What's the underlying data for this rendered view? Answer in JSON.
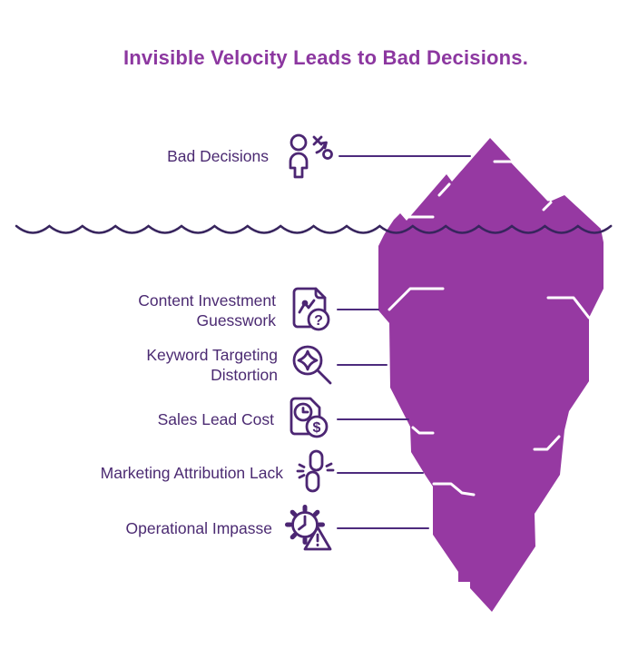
{
  "title": "Invisible Velocity Leads to Bad Decisions.",
  "colors": {
    "background": "#ffffff",
    "iceberg_fill": "#9639a2",
    "title_text": "#8c37a0",
    "label_text": "#4b2a72",
    "icon_stroke": "#4c2673",
    "waterline": "#38255e",
    "leader_line": "#4d2b7d",
    "iceberg_accent": "#ffffff"
  },
  "items": [
    {
      "id": "bad-decisions",
      "icon": "person-decision-icon",
      "lines": [
        "Bad Decisions"
      ]
    },
    {
      "id": "content-investment-guesswork",
      "icon": "document-chart-question-icon",
      "lines": [
        "Content Investment",
        "Guesswork"
      ]
    },
    {
      "id": "keyword-targeting-distortion",
      "icon": "magnifier-sparkle-icon",
      "lines": [
        "Keyword Targeting",
        "Distortion"
      ]
    },
    {
      "id": "sales-lead-cost",
      "icon": "document-clock-dollar-icon",
      "lines": [
        "Sales Lead Cost"
      ]
    },
    {
      "id": "marketing-attribution-lack",
      "icon": "broken-link-icon",
      "lines": [
        "Marketing Attribution Lack"
      ]
    },
    {
      "id": "operational-impasse",
      "icon": "gear-warning-icon",
      "lines": [
        "Operational Impasse"
      ]
    }
  ],
  "icon_glyphs": {
    "question": "?",
    "dollar": "$"
  }
}
